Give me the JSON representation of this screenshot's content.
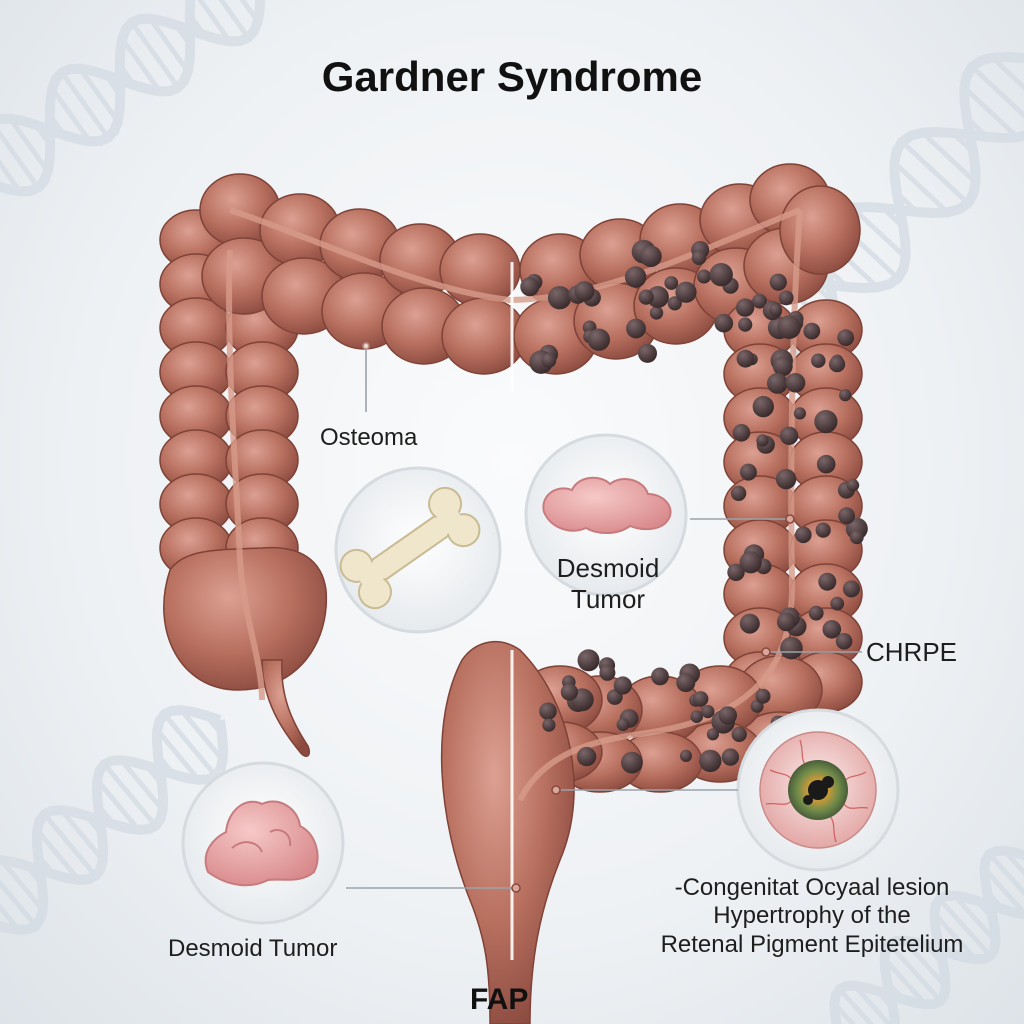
{
  "title": "Gardner Syndrome",
  "labels": {
    "osteoma": "Osteoma",
    "desmoid_center": [
      "Desmoid",
      "Tumor"
    ],
    "chrpe": "CHRPE",
    "desmoid_left": "Desmoid Tumor",
    "fap": "FAP",
    "chrpe_description": [
      "-Congenitat Ocyaal lesion",
      "Hypertrophy of the",
      "Retenal Pigment Epitetelium"
    ]
  },
  "colors": {
    "colon_base": "#b36a5c",
    "colon_highlight": "#d89a8b",
    "colon_shadow": "#8a4a3f",
    "polyp": "#4a3a3c",
    "tumor_pink": "#e8a4a6",
    "bone": "#efe6cc",
    "background": "#eef1f4",
    "dna_strand": "#c9d3dc"
  }
}
